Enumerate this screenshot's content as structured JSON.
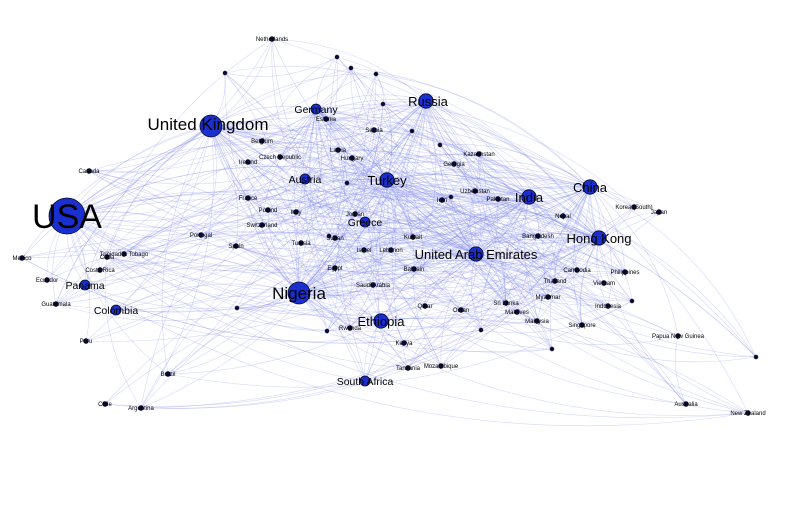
{
  "diagram": {
    "type": "network",
    "colors": {
      "edge": "#7b86e8",
      "hub_node": "#1a2fd0",
      "small_node": "#0c0c3a",
      "label": "#000000"
    },
    "nodes": [
      {
        "id": "usa",
        "label": "USA",
        "size": "xl"
      },
      {
        "id": "uk",
        "label": "United Kingdom",
        "size": "l"
      },
      {
        "id": "nigeria",
        "label": "Nigeria",
        "size": "l"
      },
      {
        "id": "turkey",
        "label": "Turkey",
        "size": "m"
      },
      {
        "id": "uae",
        "label": "United Arab Emirates",
        "size": "m"
      },
      {
        "id": "hongkong",
        "label": "Hong Kong",
        "size": "m"
      },
      {
        "id": "china",
        "label": "China",
        "size": "m"
      },
      {
        "id": "india",
        "label": "India",
        "size": "m"
      },
      {
        "id": "russia",
        "label": "Russia",
        "size": "m"
      },
      {
        "id": "germany",
        "label": "Germany",
        "size": "s"
      },
      {
        "id": "austria",
        "label": "Austria",
        "size": "s"
      },
      {
        "id": "greece",
        "label": "Greece",
        "size": "s"
      },
      {
        "id": "ethiopia",
        "label": "Ethiopia",
        "size": "m"
      },
      {
        "id": "southafrica",
        "label": "South Africa",
        "size": "s"
      },
      {
        "id": "colombia",
        "label": "Colombia",
        "size": "s"
      },
      {
        "id": "panama",
        "label": "Panama",
        "size": "s"
      },
      {
        "id": "netherlands",
        "label": "Netherlands",
        "size": "xs"
      },
      {
        "id": "kazakhstan",
        "label": "Kazakhstan",
        "size": "xs"
      },
      {
        "id": "kuwait",
        "label": "Kuwait",
        "size": "xs"
      },
      {
        "id": "israel",
        "label": "Israel",
        "size": "xs"
      },
      {
        "id": "qatar",
        "label": "Qatar",
        "size": "xs"
      },
      {
        "id": "thailand",
        "label": "Thailand",
        "size": "xs"
      },
      {
        "id": "philippines",
        "label": "Philippines",
        "size": "xs"
      },
      {
        "id": "bangladesh",
        "label": "Bangladesh",
        "size": "xs"
      },
      {
        "id": "srilanka",
        "label": "Sri Lanka",
        "size": "xs"
      },
      {
        "id": "malaysia",
        "label": "Malaysia",
        "size": "xs"
      },
      {
        "id": "singapore",
        "label": "Singapore",
        "size": "xs"
      },
      {
        "id": "kenya",
        "label": "Kenya",
        "size": "xs"
      },
      {
        "id": "belgium",
        "label": "Belgium",
        "size": "xs"
      },
      {
        "id": "france",
        "label": "France",
        "size": "xs"
      },
      {
        "id": "saudiarabia",
        "label": "Saudi Arabia",
        "size": "xs"
      },
      {
        "id": "chile",
        "label": "Chile",
        "size": "xs"
      },
      {
        "id": "brazil",
        "label": "Brazil",
        "size": "xs"
      },
      {
        "id": "portugal",
        "label": "Portugal",
        "size": "xs"
      },
      {
        "id": "mexico",
        "label": "Mexico",
        "size": "xs"
      },
      {
        "id": "tunisia",
        "label": "Tunisia",
        "size": "xs"
      },
      {
        "id": "egypt",
        "label": "Egypt",
        "size": "xs"
      },
      {
        "id": "bahrain",
        "label": "Bahrain",
        "size": "xs"
      },
      {
        "id": "oman",
        "label": "Oman",
        "size": "xs"
      },
      {
        "id": "rwanda",
        "label": "Rwanda",
        "size": "xs"
      },
      {
        "id": "uzbekistan",
        "label": "Uzbekistan",
        "size": "xs"
      },
      {
        "id": "koreasouth",
        "label": "Korea (South)",
        "size": "xs"
      },
      {
        "id": "japan",
        "label": "Japan",
        "size": "xs"
      },
      {
        "id": "tanzania",
        "label": "Tanzania",
        "size": "xs"
      },
      {
        "id": "papuanewguinea",
        "label": "Papua New Guinea",
        "size": "xs"
      },
      {
        "id": "newzealand",
        "label": "New Zealand",
        "size": "xs"
      },
      {
        "id": "australia",
        "label": "Australia",
        "size": "xs"
      },
      {
        "id": "hungary",
        "label": "Hungary",
        "size": "xs"
      },
      {
        "id": "serbia",
        "label": "Serbia",
        "size": "xs"
      },
      {
        "id": "georgia",
        "label": "Georgia",
        "size": "xs"
      },
      {
        "id": "vietnam",
        "label": "Vietnam",
        "size": "xs"
      },
      {
        "id": "lebanon",
        "label": "Lebanon",
        "size": "xs"
      },
      {
        "id": "nepal",
        "label": "Nepal",
        "size": "xs"
      },
      {
        "id": "maldives",
        "label": "Maldives",
        "size": "xs"
      },
      {
        "id": "trinidad",
        "label": "Trinidad & Tobago",
        "size": "xs"
      },
      {
        "id": "guatemala",
        "label": "Guatemala",
        "size": "xs"
      },
      {
        "id": "peru",
        "label": "Peru",
        "size": "xs"
      },
      {
        "id": "ecuador",
        "label": "Ecuador",
        "size": "xs"
      },
      {
        "id": "costarica",
        "label": "Costa Rica",
        "size": "xs"
      },
      {
        "id": "argentina",
        "label": "Argentina",
        "size": "xs"
      },
      {
        "id": "cuba",
        "label": "Cuba",
        "size": "xs"
      },
      {
        "id": "canada",
        "label": "Canada",
        "size": "xs"
      },
      {
        "id": "cambodia",
        "label": "Cambodia",
        "size": "xs"
      },
      {
        "id": "sudan",
        "label": "Sudan",
        "size": "xs"
      },
      {
        "id": "jordan",
        "label": "Jordan",
        "size": "xs"
      },
      {
        "id": "mozambique",
        "label": "Mozambique",
        "size": "xs"
      },
      {
        "id": "myanmar",
        "label": "Myanmar",
        "size": "xs"
      },
      {
        "id": "indonesia",
        "label": "Indonesia",
        "size": "xs"
      },
      {
        "id": "estonia",
        "label": "Estonia",
        "size": "xs"
      },
      {
        "id": "latvia",
        "label": "Latvia",
        "size": "xs"
      },
      {
        "id": "czech",
        "label": "Czech Republic",
        "size": "xs"
      },
      {
        "id": "italy",
        "label": "Italy",
        "size": "xs"
      },
      {
        "id": "spain",
        "label": "Spain",
        "size": "xs"
      },
      {
        "id": "poland",
        "label": "Poland",
        "size": "xs"
      },
      {
        "id": "ireland",
        "label": "Ireland",
        "size": "xs"
      },
      {
        "id": "switzerland",
        "label": "Switzerland",
        "size": "xs"
      },
      {
        "id": "iran",
        "label": "Iran",
        "size": "xs"
      },
      {
        "id": "pakistan",
        "label": "Pakistan",
        "size": "xs"
      },
      {
        "id": "n_e1",
        "label": "",
        "size": "dot"
      },
      {
        "id": "n_e2",
        "label": "",
        "size": "dot"
      },
      {
        "id": "n_e3",
        "label": "",
        "size": "dot"
      },
      {
        "id": "n_e4",
        "label": "",
        "size": "dot"
      },
      {
        "id": "n_e5",
        "label": "",
        "size": "dot"
      },
      {
        "id": "n_e6",
        "label": "",
        "size": "dot"
      },
      {
        "id": "n_e7",
        "label": "",
        "size": "dot"
      },
      {
        "id": "n_e8",
        "label": "",
        "size": "dot"
      },
      {
        "id": "n_e9",
        "label": "",
        "size": "dot"
      },
      {
        "id": "n_e10",
        "label": "",
        "size": "dot"
      },
      {
        "id": "n_e11",
        "label": "",
        "size": "dot"
      },
      {
        "id": "n_e12",
        "label": "",
        "size": "dot"
      },
      {
        "id": "n_e13",
        "label": "",
        "size": "dot"
      },
      {
        "id": "n_e14",
        "label": "",
        "size": "dot"
      },
      {
        "id": "n_e15",
        "label": "",
        "size": "dot"
      },
      {
        "id": "n_e16",
        "label": "",
        "size": "dot"
      }
    ]
  }
}
